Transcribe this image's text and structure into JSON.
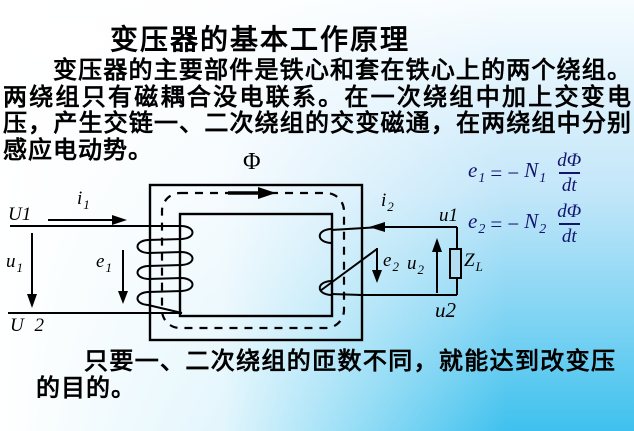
{
  "slide": {
    "title": "变压器的基本工作原理",
    "intro_paragraph": "变压器的主要部件是铁心和套在铁心上的两个绕组。两绕组只有磁耦合没电联系。在一次绕组中加上交变电压，产生交链一、二次绕组的交变磁通，在两绕组中分别感应电动势。",
    "conclusion_paragraph": "只要一、二次绕组的匝数不同，就能达到改变压的目的。"
  },
  "formulas": {
    "e1": {
      "lhs": "e",
      "lhs_sub": "1",
      "op": "= −",
      "coef": "N",
      "coef_sub": "1",
      "num": "dΦ",
      "den": "dt"
    },
    "e2": {
      "lhs": "e",
      "lhs_sub": "2",
      "op": "= −",
      "coef": "N",
      "coef_sub": "2",
      "num": "dΦ",
      "den": "dt"
    }
  },
  "diagram": {
    "flux_label": "Φ",
    "labels": {
      "primary_terminal_top": "U1",
      "primary_terminal_bottom": "U 2",
      "primary_current": {
        "base": "i",
        "sub": "1"
      },
      "primary_voltage": {
        "base": "u",
        "sub": "1"
      },
      "primary_emf": {
        "base": "e",
        "sub": "1"
      },
      "secondary_current": {
        "base": "i",
        "sub": "2"
      },
      "secondary_terminal_top": "u1",
      "secondary_terminal_bottom": "u2",
      "secondary_emf": {
        "base": "e",
        "sub": "2"
      },
      "secondary_voltage": {
        "base": "u",
        "sub": "2"
      },
      "load": {
        "base": "Z",
        "sub": "L"
      }
    }
  },
  "colors": {
    "text": "#000000",
    "formula_text": "#14146e",
    "diagram_lines": "#000000",
    "load_fill": "#b5ddf2",
    "background_top": "#ffffff",
    "background_bottom": "#3fc1ee"
  }
}
